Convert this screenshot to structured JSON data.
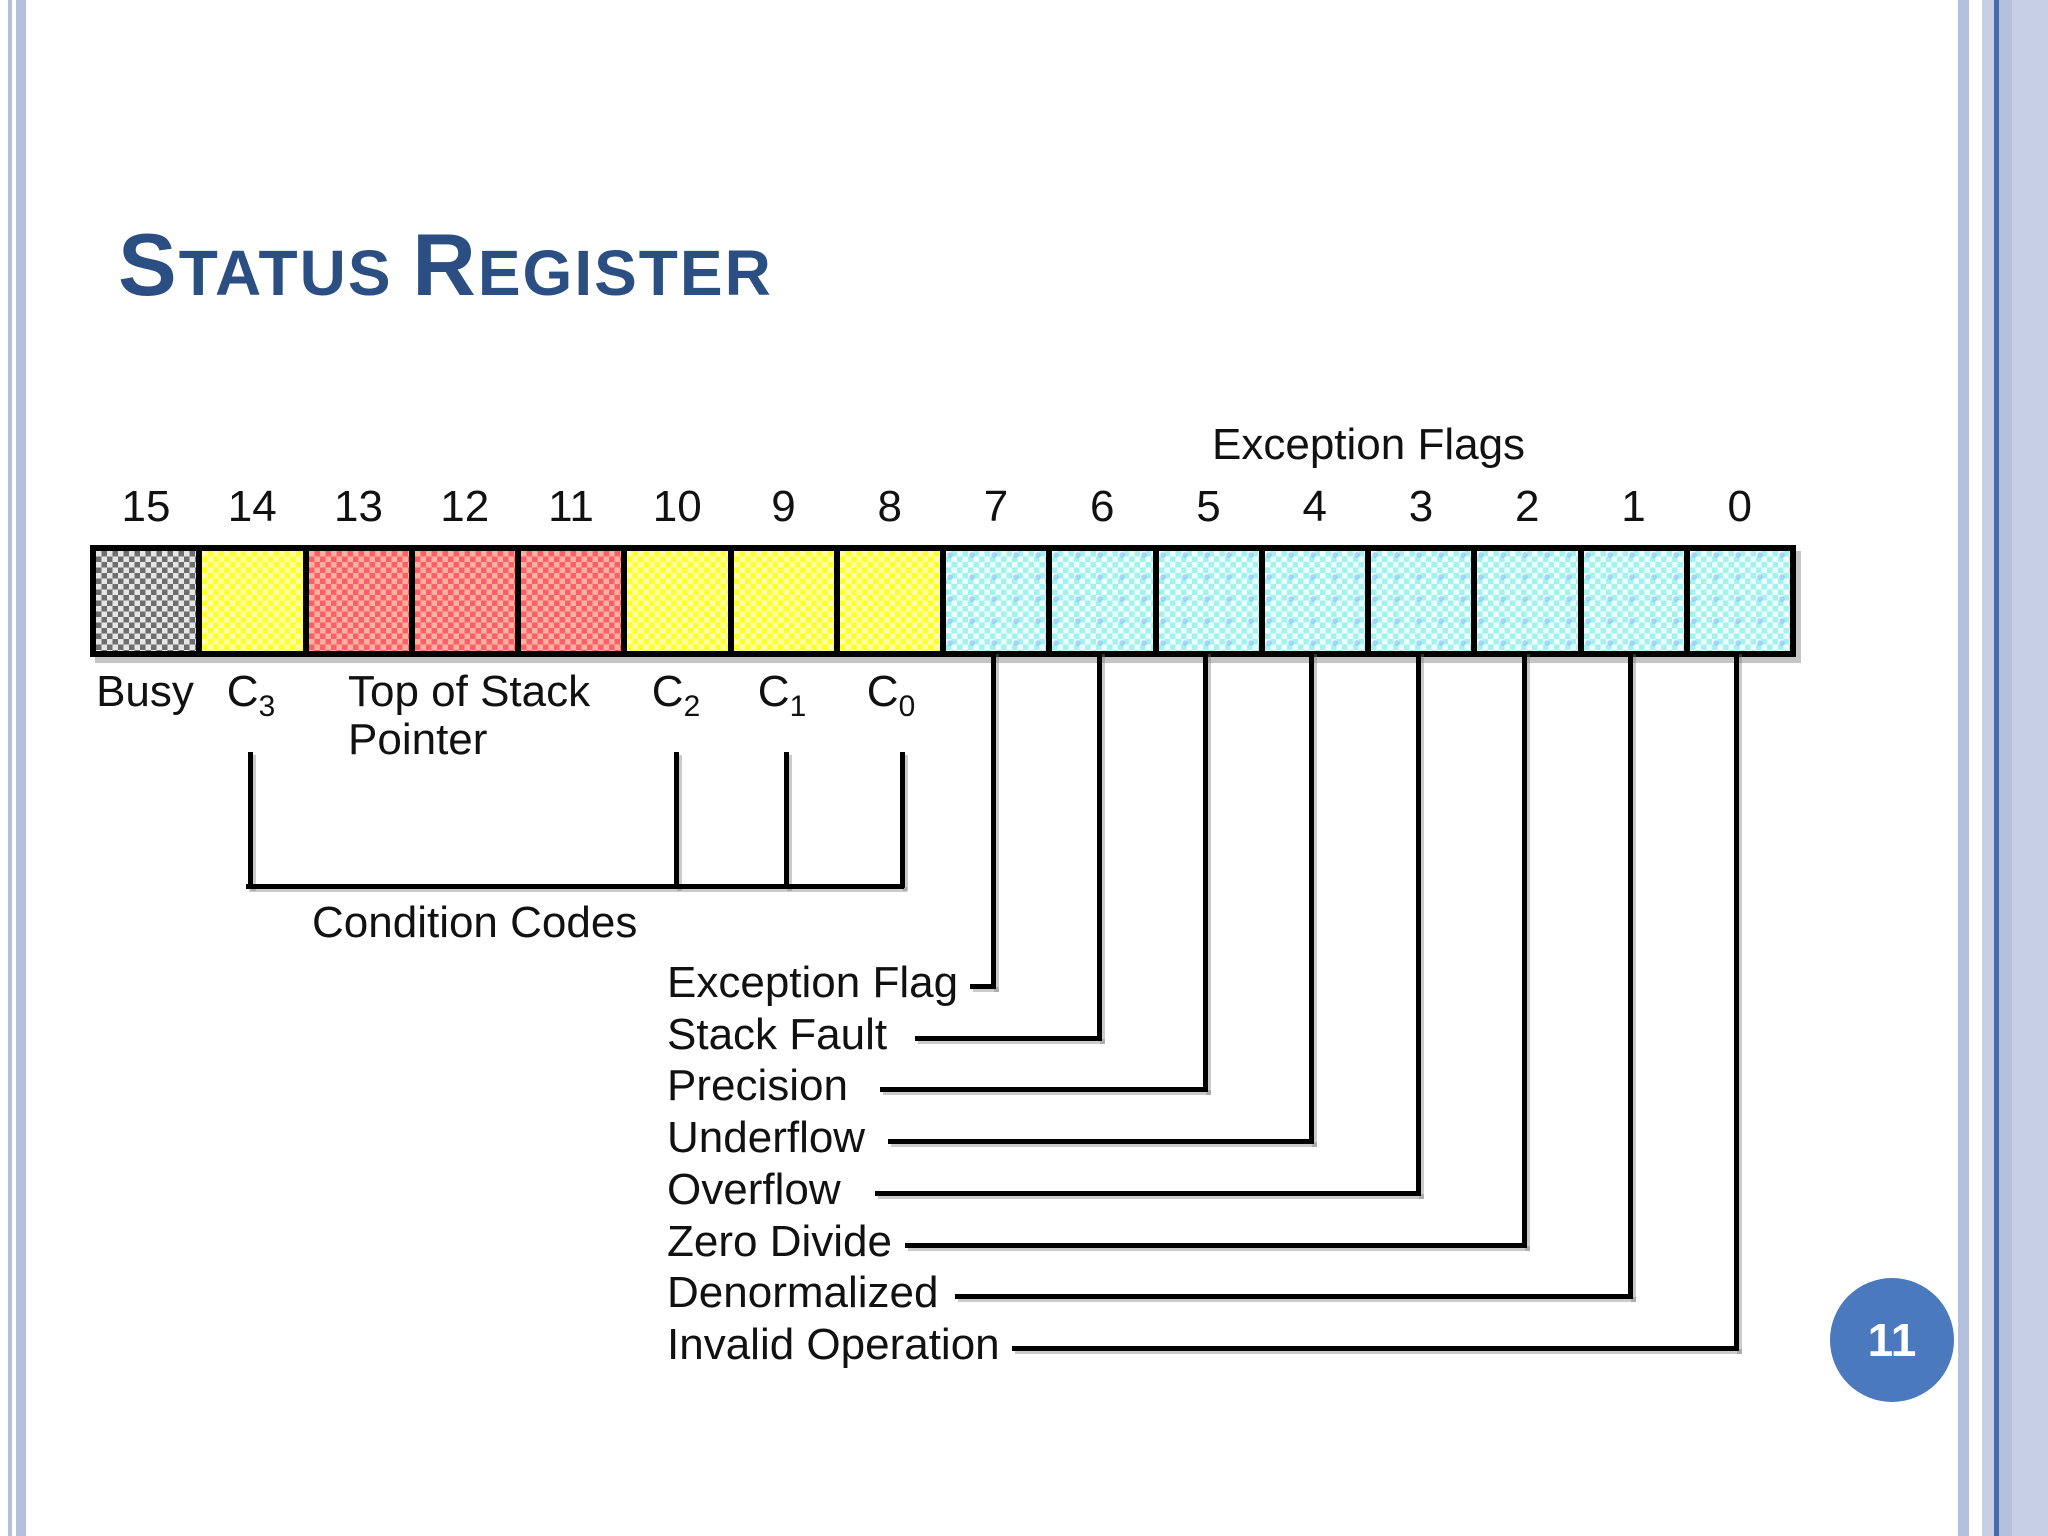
{
  "slide": {
    "title": "Status Register",
    "page_number": "11"
  },
  "diagram": {
    "heading": "Exception Flags",
    "bit_numbers": [
      "15",
      "14",
      "13",
      "12",
      "11",
      "10",
      "9",
      "8",
      "7",
      "6",
      "5",
      "4",
      "3",
      "2",
      "1",
      "0"
    ],
    "bit_colors": [
      "gray",
      "yellow",
      "red",
      "red",
      "red",
      "yellow",
      "yellow",
      "yellow",
      "cyan",
      "cyan",
      "cyan",
      "cyan",
      "cyan",
      "cyan",
      "cyan",
      "cyan"
    ],
    "fields": [
      "Busy",
      "C3",
      "Top of Stack Pointer",
      "C2",
      "C1",
      "C0"
    ],
    "condition_codes_label": "Condition Codes",
    "exception_list": [
      {
        "label": "Exception Flag",
        "bit": 7
      },
      {
        "label": "Stack Fault",
        "bit": 6
      },
      {
        "label": "Precision",
        "bit": 5
      },
      {
        "label": "Underflow",
        "bit": 4
      },
      {
        "label": "Overflow",
        "bit": 3
      },
      {
        "label": "Zero Divide",
        "bit": 2
      },
      {
        "label": "Denormalized",
        "bit": 1
      },
      {
        "label": "Invalid Operation",
        "bit": 0
      }
    ]
  },
  "colors": {
    "title_text": "#2b4f82",
    "page_circle": "#4a7abd",
    "cell_gray": "#6e6e6e",
    "cell_yellow": "#ffff2e",
    "cell_red": "#fb5f6e",
    "cell_cyan": "#a4f2ee",
    "stripe_light": "#b3c1dd",
    "stripe_dark": "#4a6ca4"
  }
}
